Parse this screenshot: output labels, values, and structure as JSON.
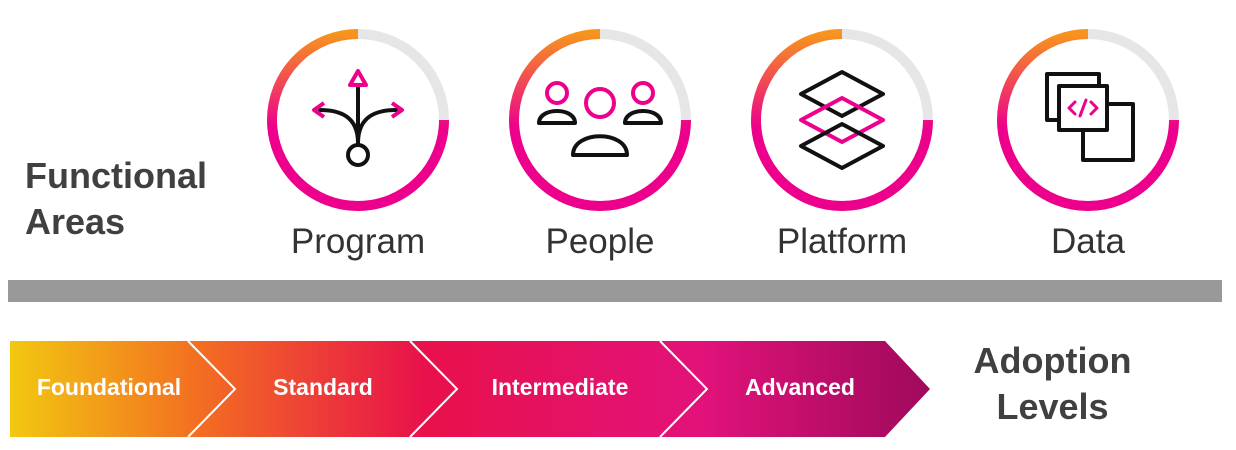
{
  "functional_areas": {
    "title_line1": "Functional",
    "title_line2": "Areas",
    "items": [
      {
        "label": "Program",
        "icon": "branching-arrows-icon"
      },
      {
        "label": "People",
        "icon": "people-group-icon"
      },
      {
        "label": "Platform",
        "icon": "stacked-layers-icon"
      },
      {
        "label": "Data",
        "icon": "code-windows-icon"
      }
    ]
  },
  "adoption_levels": {
    "title_line1": "Adoption",
    "title_line2": "Levels",
    "items": [
      {
        "label": "Foundational"
      },
      {
        "label": "Standard"
      },
      {
        "label": "Intermediate"
      },
      {
        "label": "Advanced"
      }
    ]
  },
  "colors": {
    "ring_start": "#F7941D",
    "ring_end": "#EC008C",
    "ring_track": "#E6E6E6",
    "icon_accent": "#EC008C",
    "divider": "#999999",
    "level_gradient": [
      "#F2C811",
      "#F37021",
      "#E8114B",
      "#E2127A",
      "#9E0A5C"
    ]
  }
}
